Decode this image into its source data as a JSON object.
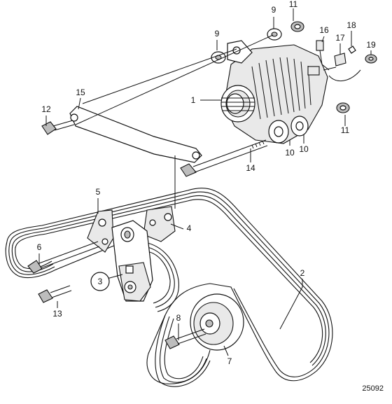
{
  "diagram": {
    "drawing_number": "25092",
    "callouts": {
      "c1": "1",
      "c2": "2",
      "c3": "3",
      "c4": "4",
      "c5": "5",
      "c6": "6",
      "c7": "7",
      "c8": "8",
      "c9a": "9",
      "c9b": "9",
      "c10a": "10",
      "c10b": "10",
      "c11a": "11",
      "c11b": "11",
      "c12": "12",
      "c13": "13",
      "c14": "14",
      "c15": "15",
      "c16": "16",
      "c17": "17",
      "c18": "18",
      "c19": "19"
    }
  }
}
